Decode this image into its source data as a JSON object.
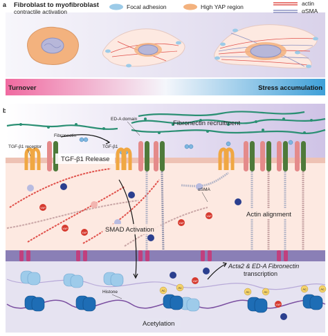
{
  "panel_a": {
    "tag": "a",
    "title": "Fibroblast to myofibroblast",
    "subtitle": "contractile activation",
    "legend": {
      "focal_adhesion": "Focal adhesion",
      "high_yap": "High YAP region",
      "actin": "actin",
      "asma": "αSMA"
    },
    "gradient_left": "Turnover",
    "gradient_right": "Stress accumulation"
  },
  "panel_b": {
    "tag": "b",
    "labels": {
      "ed_a_domain": "ED-A domain",
      "fibronectin": "Fibronectin",
      "fibronectin_recruitment": "Fibronectin recruitment",
      "tgf_receptor": "TGF-β1 receptor",
      "tgf": "TGF-β1",
      "tgf_release": "TGF-β1 Release",
      "asma": "αSMA",
      "actin_alignment": "Actin alignment",
      "smad_activation": "SMAD Activation",
      "transcription_line1": "Acta2 & ED-A Fibronectin",
      "transcription_line2": "transcription",
      "histone": "Histone",
      "acetylation": "Acetylation",
      "yap": "YAP",
      "ac": "Ac"
    }
  },
  "colors": {
    "focal_adhesion": "#9ccbe8",
    "yap_region": "#f3b27e",
    "actin": "#e0504a",
    "asma": "#8a8fc0",
    "fibronectin": "#2a8f73",
    "cytoplasm": "#fde9e1",
    "nucleus": "#e6e3f1",
    "membrane_purple": "#8a7fb6",
    "receptor_orange": "#f0a742",
    "integrin_green": "#4e7a3a",
    "integrin_pink": "#e48a8a",
    "yap_red": "#d63a2f",
    "smad_blue": "#2b3f8f",
    "histone_blue": "#1e6db5",
    "gradient_start": "#f06aa0",
    "gradient_end": "#3fa0d8"
  }
}
